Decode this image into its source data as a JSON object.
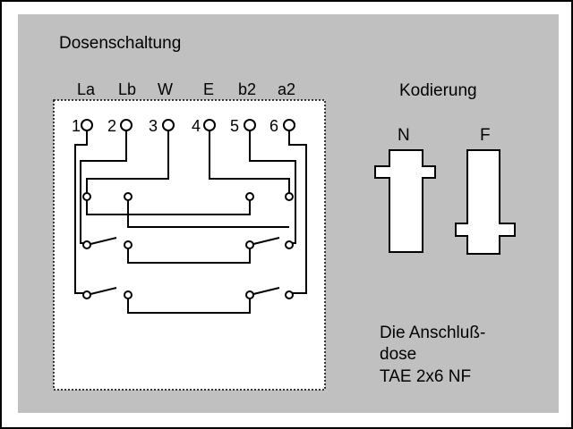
{
  "title": "Dosenschaltung",
  "terminal_labels": [
    "La",
    "Lb",
    "W",
    "E",
    "b2",
    "a2"
  ],
  "terminal_numbers": [
    "1",
    "2",
    "3",
    "4",
    "5",
    "6"
  ],
  "coding": {
    "heading": "Kodierung",
    "n_label": "N",
    "f_label": "F"
  },
  "description": {
    "line1": "Die Anschluß-",
    "line2": "dose",
    "line3": "TAE 2x6 NF"
  },
  "colors": {
    "panel": "#c0c0c0",
    "box": "#ffffff",
    "line": "#000000"
  }
}
